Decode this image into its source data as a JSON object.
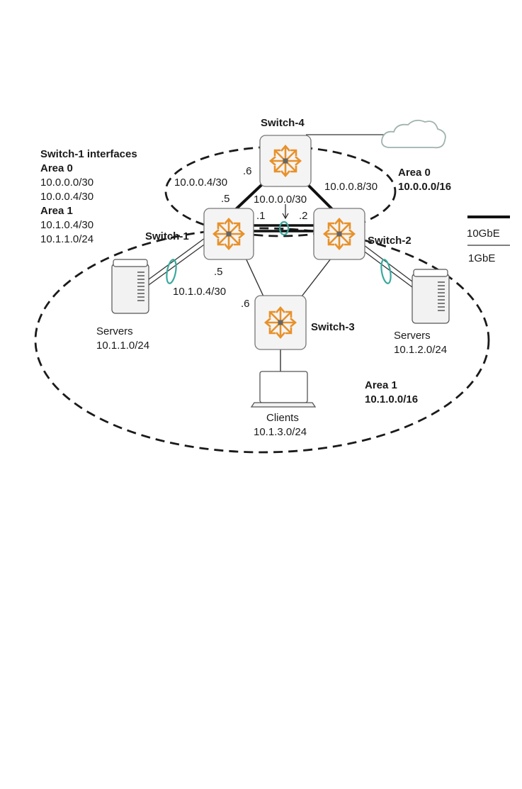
{
  "switches": {
    "s1": "Switch-1",
    "s2": "Switch-2",
    "s3": "Switch-3",
    "s4": "Switch-4"
  },
  "sidebar": {
    "title": "Switch-1 interfaces",
    "area0_heading": "Area 0",
    "area0_nets": [
      "10.0.0.0/30",
      "10.0.0.4/30"
    ],
    "area1_heading": "Area 1",
    "area1_nets": [
      "10.1.0.4/30",
      "10.1.1.0/24"
    ]
  },
  "areas": {
    "area0_name": "Area 0",
    "area0_prefix": "10.0.0.0/16",
    "area1_name": "Area 1",
    "area1_prefix": "10.1.0.0/16"
  },
  "links": {
    "s1_s4_net": "10.0.0.4/30",
    "s1_s4_host_s4": ".6",
    "s1_s4_host_s1": ".5",
    "s1_s2_net": "10.0.0.0/30",
    "s1_s2_host_s1": ".1",
    "s1_s2_host_s2": ".2",
    "s2_s4_net": "10.0.0.8/30",
    "s1_s3_net": "10.1.0.4/30",
    "s1_s3_host_s1": ".5",
    "s1_s3_host_s3": ".6"
  },
  "hosts": {
    "servers_left_label": "Servers",
    "servers_left_net": "10.1.1.0/24",
    "servers_right_label": "Servers",
    "servers_right_net": "10.1.2.0/24",
    "clients_label": "Clients",
    "clients_net": "10.1.3.0/24"
  },
  "legend": {
    "thick_label": "10GbE",
    "thin_label": "1GbE"
  },
  "colors": {
    "router_arrows": "#e8912a",
    "lag_ring": "#3aa99f",
    "cloud_outline": "#9fb3b0"
  }
}
